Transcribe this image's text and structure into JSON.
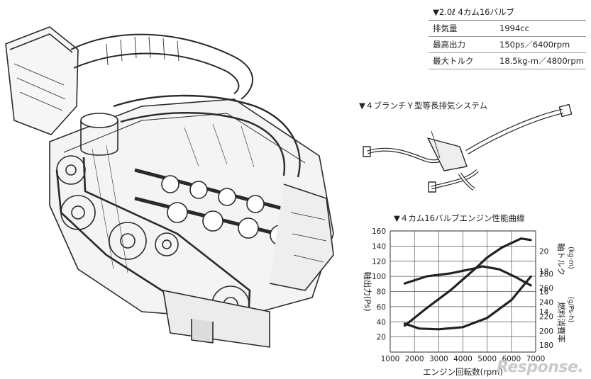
{
  "spec_table": {
    "title": "▼2.0ℓ 4カム16バルブ",
    "rows": [
      {
        "key": "排気量",
        "value": "1994cc"
      },
      {
        "key": "最高出力",
        "value": "150ps／6400rpm"
      },
      {
        "key": "最大トルク",
        "value": "18.5kg-m／4800rpm"
      }
    ]
  },
  "exhaust_caption": "▼４ブランチＹ型等長排気システム",
  "chart_caption": "▼４カム16バルブエンジン性能曲線",
  "watermark": "Response.",
  "colors": {
    "line": "#222222",
    "grid": "#555555"
  },
  "chart_data": {
    "type": "line",
    "title": "▼４カム16バルブエンジン性能曲線",
    "xlabel": "エンジン回転数(rpm)",
    "x_ticks": [
      "1000",
      "2000",
      "3000",
      "4000",
      "5000",
      "6000",
      "7000"
    ],
    "xlim": [
      1000,
      7000
    ],
    "axes": {
      "power": {
        "label": "軸出力(Ps)",
        "ticks": [
          "20",
          "40",
          "60",
          "80",
          "100",
          "120",
          "140",
          "160"
        ],
        "lim": [
          0,
          160
        ]
      },
      "torque": {
        "label": "軸トルク",
        "unit": "(kg-m)",
        "ticks": [
          "14",
          "16",
          "18",
          "20"
        ],
        "lim": [
          10,
          22
        ]
      },
      "fuel": {
        "label": "燃料消費率",
        "unit": "(g/Ps-h)",
        "ticks": [
          "180",
          "200",
          "220",
          "240",
          "260",
          "280"
        ],
        "lim": [
          170,
          340
        ]
      }
    },
    "series": [
      {
        "axis": "power",
        "x": [
          1600,
          2500,
          3500,
          4500,
          5000,
          5600,
          6400,
          6800
        ],
        "y": [
          35,
          58,
          82,
          110,
          125,
          138,
          150,
          148
        ]
      },
      {
        "axis": "torque",
        "x": [
          1600,
          2500,
          3500,
          4500,
          4800,
          5500,
          6200,
          6800
        ],
        "y": [
          16.8,
          17.5,
          17.8,
          18.3,
          18.5,
          18.2,
          17.4,
          16.6
        ]
      },
      {
        "axis": "fuel",
        "x": [
          1600,
          2200,
          3000,
          4000,
          5000,
          6000,
          6800
        ],
        "y": [
          210,
          203,
          202,
          205,
          218,
          243,
          276
        ]
      }
    ]
  }
}
